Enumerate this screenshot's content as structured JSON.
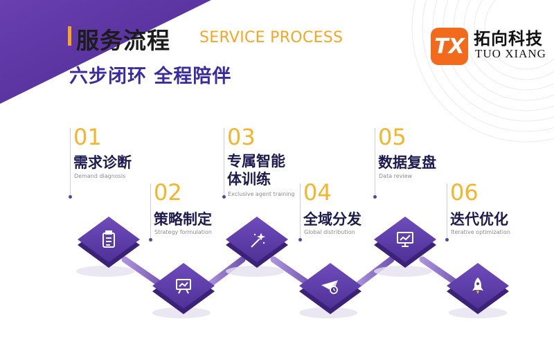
{
  "header": {
    "title_cn": "服务流程",
    "title_en": "SERVICE PROCESS",
    "subtitle": "六步闭环 全程陪伴"
  },
  "logo": {
    "mark": "TX",
    "name_cn": "拓向科技",
    "name_en": "TUO XIANG"
  },
  "steps": [
    {
      "num": "01",
      "cn": "需求诊断",
      "en": "Demand diagnosis",
      "icon": "clipboard-icon"
    },
    {
      "num": "02",
      "cn": "策略制定",
      "en": "Strategy formulation",
      "icon": "presentation-board-icon"
    },
    {
      "num": "03",
      "cn": "专属智能\n体训练",
      "en": "Exclusive agent training",
      "icon": "magic-wand-icon"
    },
    {
      "num": "04",
      "cn": "全域分发",
      "en": "Global distribution",
      "icon": "paper-plane-clock-icon"
    },
    {
      "num": "05",
      "cn": "数据复盘",
      "en": "Data review",
      "icon": "trend-chart-icon"
    },
    {
      "num": "06",
      "cn": "迭代优化",
      "en": "Iterative optimization",
      "icon": "rocket-icon"
    }
  ],
  "colors": {
    "accent": "#f5a623",
    "primary": "#3a2ba0",
    "tile": "#5b3da6",
    "logo": "#f26b1d"
  }
}
